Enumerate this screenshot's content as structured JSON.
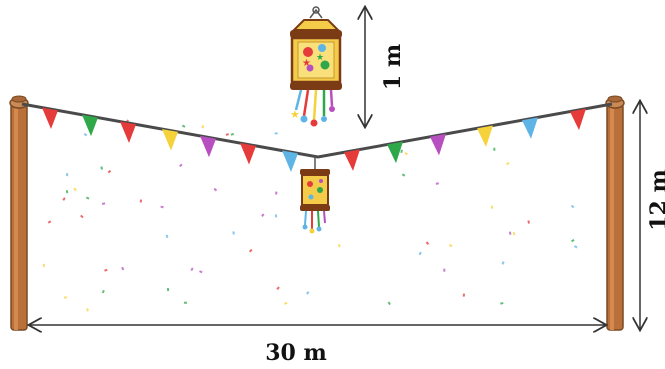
{
  "labels": {
    "lantern_drop": "1 m",
    "pole_height": "12 m",
    "span": "30 m"
  },
  "colors": {
    "pole": "#b9703a",
    "pole_dark": "#7a4a22",
    "rope": "#4a4a4a",
    "flag_red": "#e53b3b",
    "flag_green": "#2fa84a",
    "flag_yellow": "#f6d23a",
    "flag_purple": "#b84fc1",
    "flag_blue": "#5fb4e6",
    "lantern_body": "#f4cc4a",
    "lantern_frame": "#7a3b15"
  }
}
